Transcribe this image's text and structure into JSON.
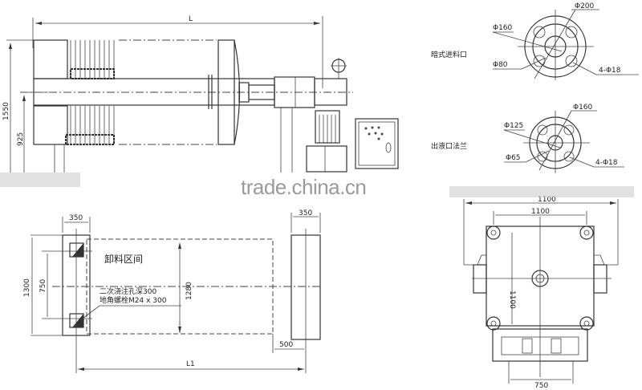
{
  "watermark": "trade.china.cn",
  "side_view": {
    "overall_length_label": "L",
    "height_total": "1550",
    "height_center": "925"
  },
  "feed_flange": {
    "title": "暗式进料口",
    "outer_dia": "Φ200",
    "bolt_circle": "Φ160",
    "bore": "Φ80",
    "holes": "4-Φ18"
  },
  "outlet_flange": {
    "title": "出液口法兰",
    "outer_dia": "Φ160",
    "bolt_circle": "Φ125",
    "bore": "Φ65",
    "holes": "4-Φ18"
  },
  "foundation_plan": {
    "left_pad_width": "350",
    "right_pad_width": "350",
    "left_pad_height": "1300",
    "bolt_spacing": "750",
    "discharge_width": "1280",
    "discharge_zone_label": "卸料区间",
    "grout_note": "二次浇注孔深300",
    "anchor_note": "地角螺栓M24 x 300",
    "end_offset": "500",
    "span_label": "L1"
  },
  "end_view": {
    "overall_width": "1100",
    "bolt_horizontal": "1100",
    "bolt_vertical": "1100",
    "base_width": "750"
  }
}
